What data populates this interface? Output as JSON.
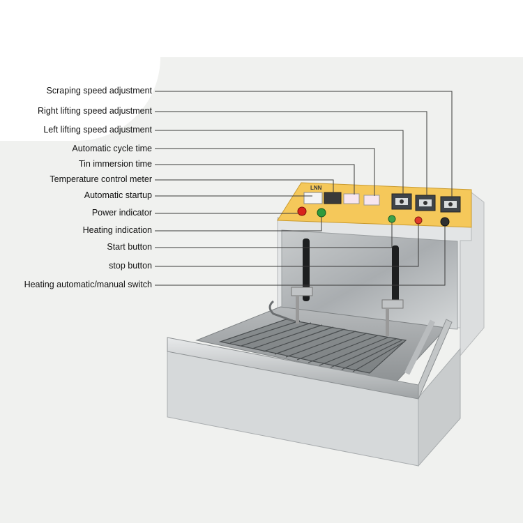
{
  "callouts": [
    {
      "label": "Scraping speed adjustment"
    },
    {
      "label": "Right lifting speed adjustment"
    },
    {
      "label": "Left lifting speed adjustment"
    },
    {
      "label": "Automatic cycle time"
    },
    {
      "label": "Tin immersion time"
    },
    {
      "label": "Temperature control meter"
    },
    {
      "label": "Automatic startup"
    },
    {
      "label": "Power indicator"
    },
    {
      "label": "Heating indication"
    },
    {
      "label": "Start button"
    },
    {
      "label": "stop button"
    },
    {
      "label": "Heating automatic/manual switch"
    }
  ],
  "machine": {
    "brand_text": "LNN",
    "panel_color": "#f5c85a",
    "indicator_colors": {
      "power": "#d8241c",
      "heating": "#2f9a3c",
      "start": "#3da24a",
      "stop": "#e03a2a"
    }
  }
}
